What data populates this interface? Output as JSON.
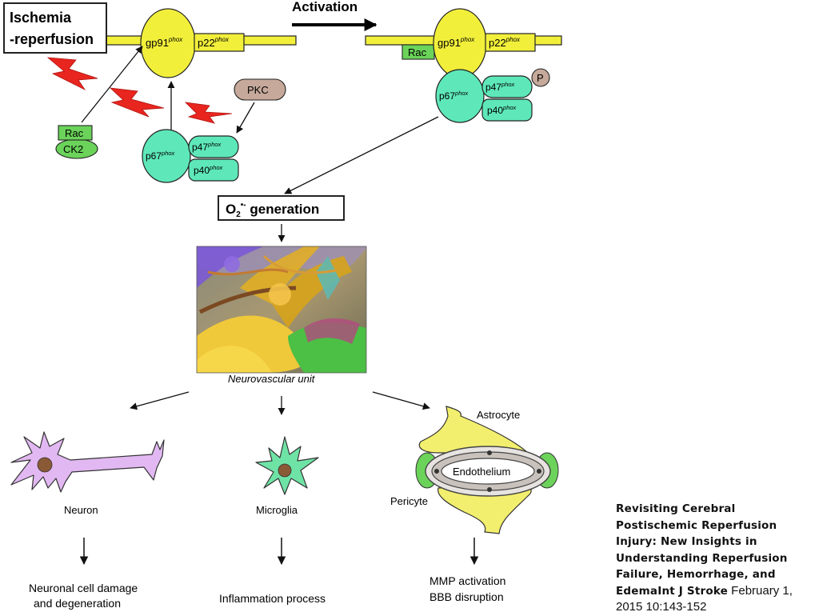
{
  "diagram": {
    "ischemia_box": [
      "Ischemia",
      "-reperfusion"
    ],
    "activation": "Activation",
    "gp91": "gp91",
    "p22": "p22",
    "p67": "p67",
    "p47": "p47",
    "p40": "p40",
    "phox": "phox",
    "rac": "Rac",
    "ck2": "CK2",
    "pkc": "PKC",
    "p_badge": "P",
    "o2_label_o": "O",
    "o2_label_sub": "2",
    "o2_label_sup": "•-",
    "o2_label_rest": " generation",
    "neurovascular_unit": "Neurovascular unit",
    "neuron": "Neuron",
    "microglia": "Microglia",
    "astrocyte": "Astrocyte",
    "endothelium": "Endothelium",
    "pericyte": "Pericyte",
    "outcome_neuron": [
      "Neuronal cell damage",
      "and degeneration"
    ],
    "outcome_microglia": "Inflammation process",
    "outcome_bbb": [
      "MMP activation",
      "BBB disruption"
    ]
  },
  "colors": {
    "yellow_subunit": "#f2ef3b",
    "teal_subunit": "#5ee8b9",
    "green_rac": "#6bd35a",
    "pkc": "#c6a99a",
    "lightning": "#e8251f",
    "neuron": "#e2b8f2",
    "microglia": "#6fe3a6",
    "astrocyte": "#f3ef6e"
  },
  "citation": {
    "title": "Revisiting Cerebral Postischemic Reperfusion Injury: New Insights in Understanding Reperfusion Failure, Hemorrhage, and EdemaInt J Stroke",
    "date": " February 1, 2015 10:143-152"
  }
}
